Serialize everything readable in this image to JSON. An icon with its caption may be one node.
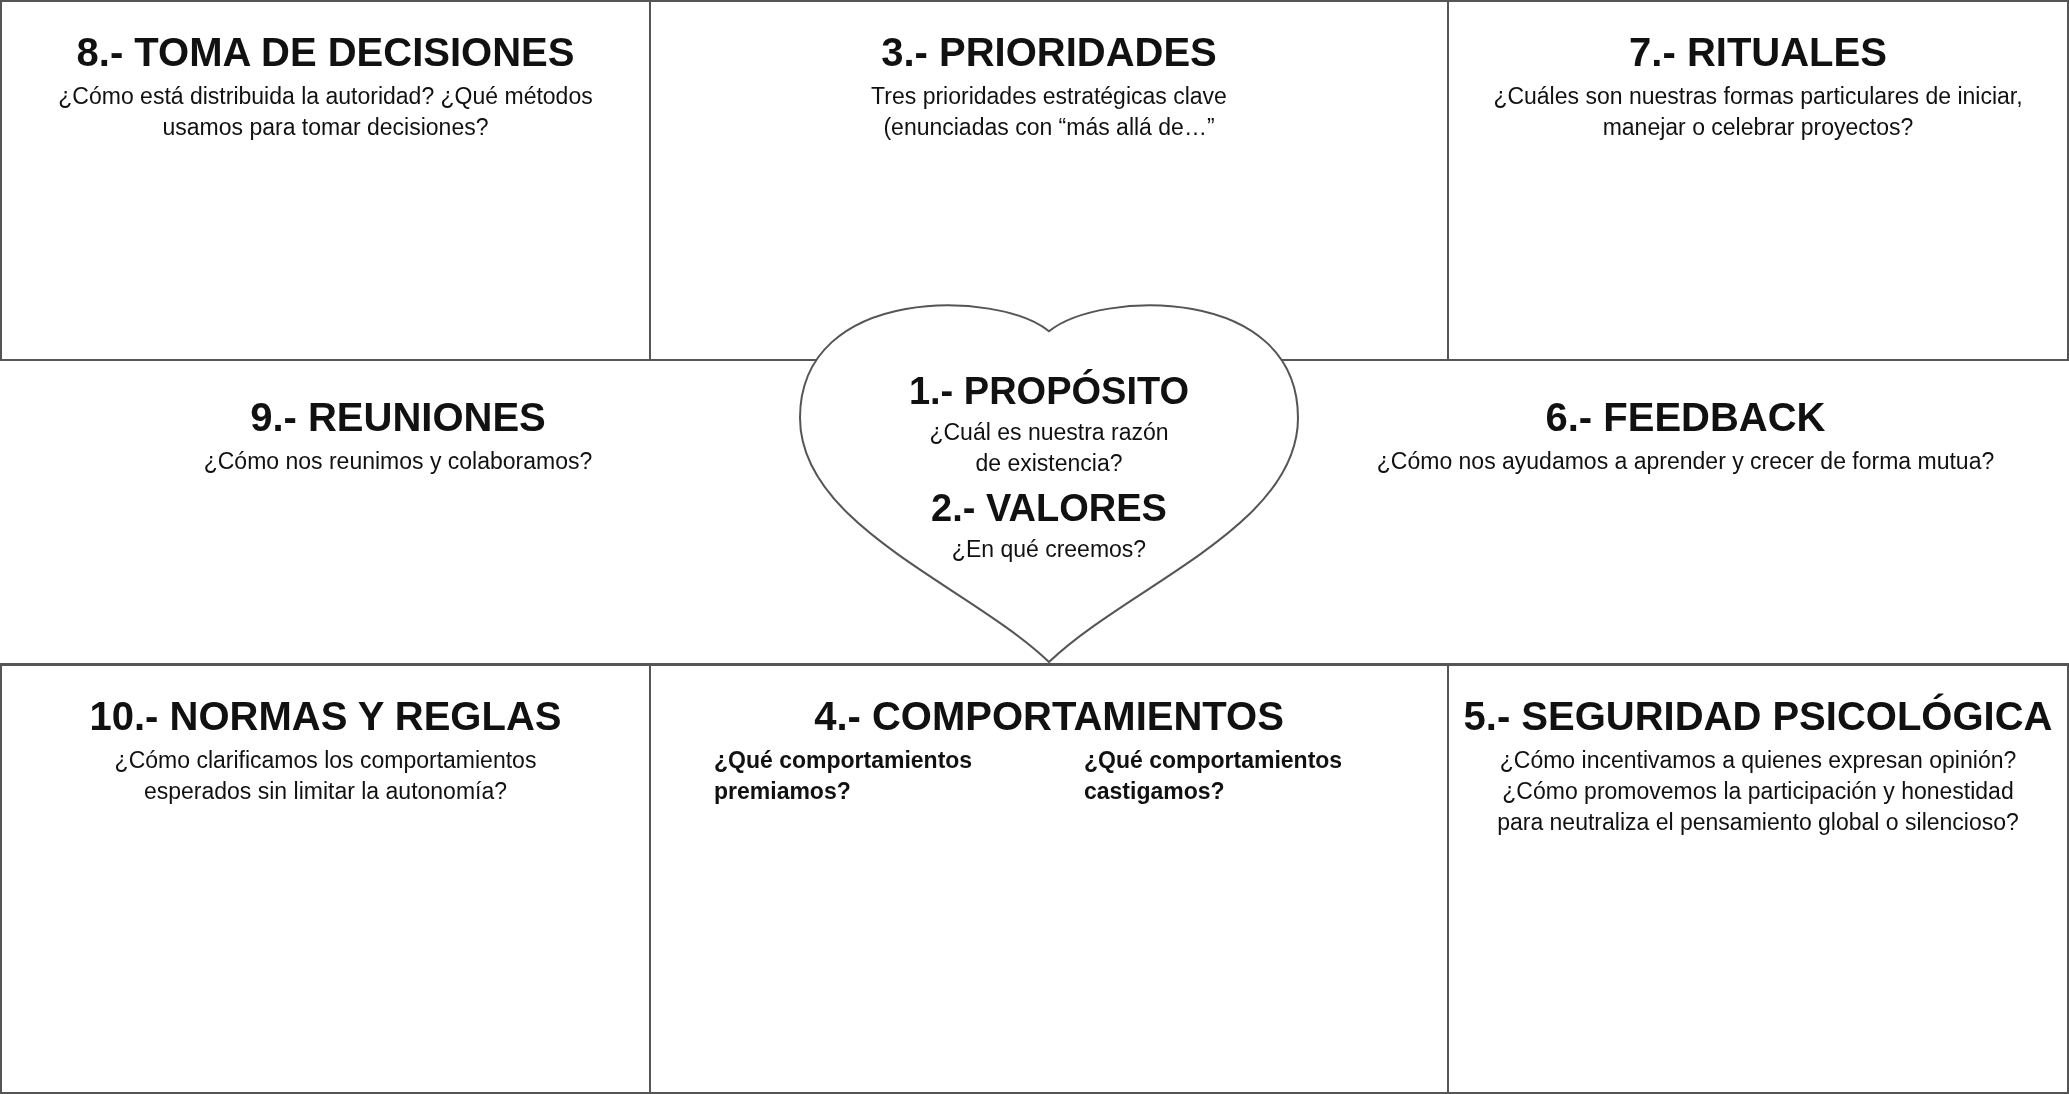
{
  "diagram": {
    "nodes": [
      {
        "text": [
          "8.- TOMA DE DECISIONES",
          "¿Cómo está distribuida la autoridad? ¿Qué métodos usamos para tomar decisiones?"
        ]
      },
      {
        "text": [
          "3.- PRIORIDADES",
          "Tres prioridades estratégicas clave (enunciadas con “más allá de…”"
        ]
      },
      {
        "text": [
          "7.- RITUALES",
          "¿Cuáles son nuestras formas particulares de iniciar, manejar o celebrar proyectos?"
        ]
      },
      {
        "text": [
          "9.- REUNIONES",
          "¿Cómo nos reunimos y colaboramos?"
        ]
      },
      {
        "text": [
          "1.- PROPÓSITO",
          "¿Cuál es nuestra razón de existencia?",
          "2.- VALORES",
          "¿En qué creemos?"
        ]
      },
      {
        "text": [
          "6.- FEEDBACK",
          "¿Cómo nos ayudamos a aprender y crecer de forma mutua?"
        ]
      },
      {
        "text": [
          "10.- NORMAS Y REGLAS",
          "¿Cómo clarificamos los comportamientos esperados sin limitar la autonomía?"
        ]
      },
      {
        "text": [
          "4.- COMPORTAMIENTOS",
          "¿Qué comportamientos premiamos?",
          "¿Qué comportamientos castigamos?"
        ]
      },
      {
        "text": [
          "5.- SEGURIDAD PSICOLÓGICA",
          "¿Cómo incentivamos a quienes expresan opinión? ¿Cómo promovemos la participación y honestidad para neutraliza el pensamiento global o silencioso?"
        ]
      }
    ]
  }
}
